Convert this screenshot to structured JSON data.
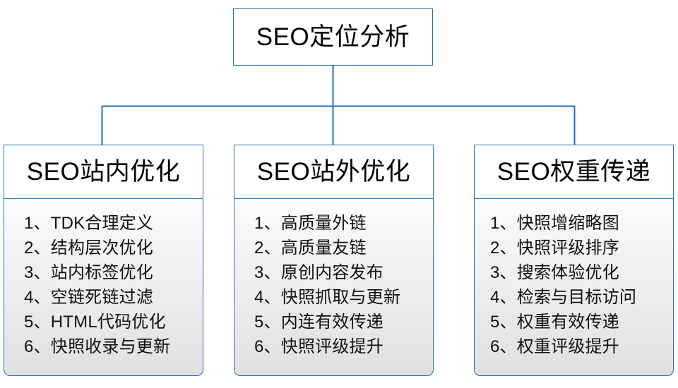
{
  "diagram": {
    "title": "SEO定位分析",
    "accent_color": "#1f6fc0",
    "body_gradient_top": "#fdfdfd",
    "body_gradient_bottom": "#e0e0e0",
    "branches": [
      {
        "heading": "SEO站内优化",
        "items": [
          "1、TDK合理定义",
          "2、结构层次优化",
          "3、站内标签优化",
          "4、空链死链过滤",
          "5、HTML代码优化",
          "6、快照收录与更新"
        ]
      },
      {
        "heading": "SEO站外优化",
        "items": [
          "1、高质量外链",
          "2、高质量友链",
          "3、原创内容发布",
          "4、快照抓取与更新",
          "5、内连有效传递",
          "6、快照评级提升"
        ]
      },
      {
        "heading": "SEO权重传递",
        "items": [
          "1、快照增缩略图",
          "2、快照评级排序",
          "3、搜索体验优化",
          "4、检索与目标访问",
          "5、权重有效传递",
          "6、权重评级提升"
        ]
      }
    ]
  }
}
